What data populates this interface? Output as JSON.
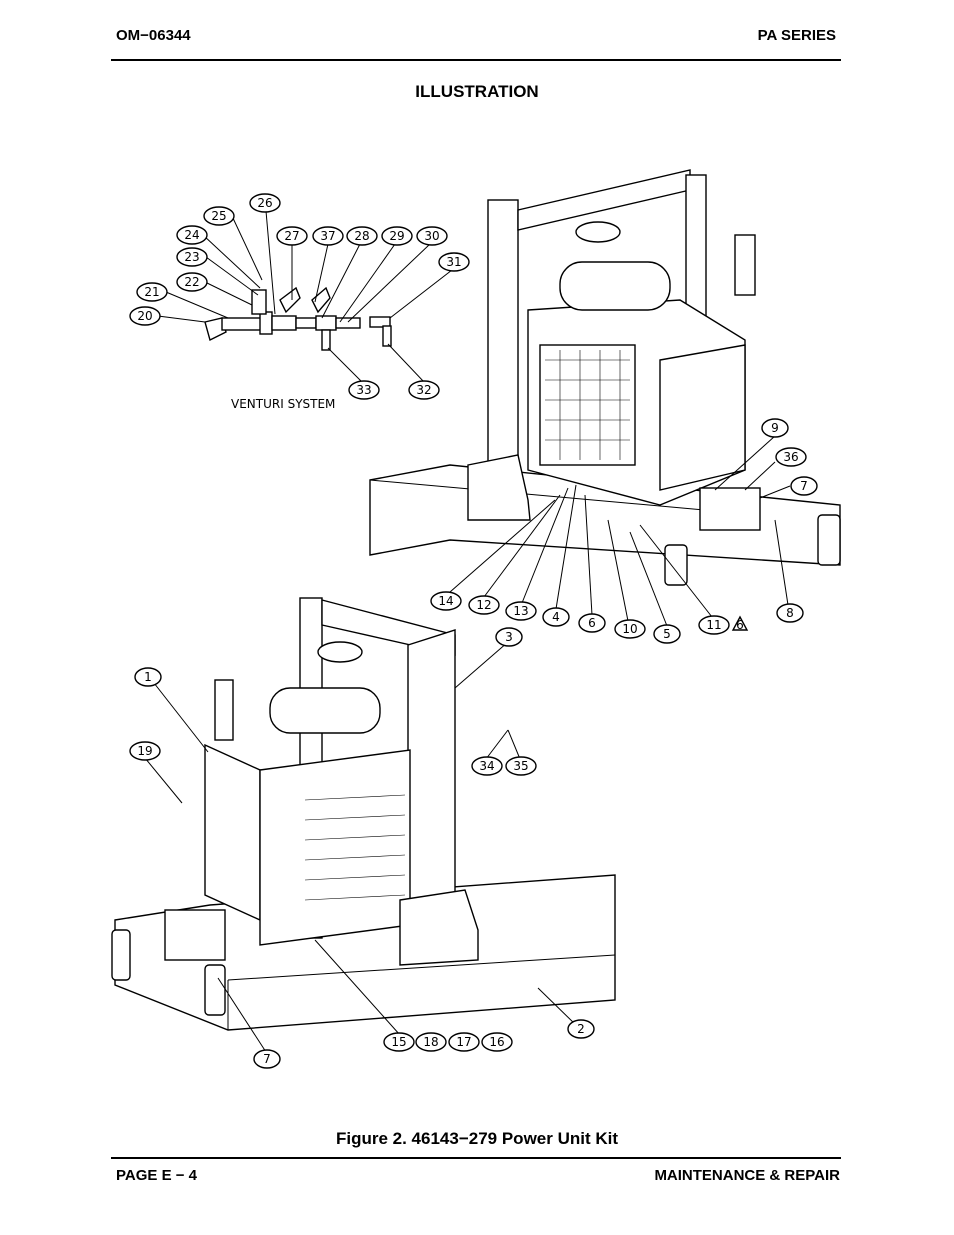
{
  "header": {
    "doc_number": "OM−06344",
    "series": "PA SERIES"
  },
  "section_title": "ILLUSTRATION",
  "figure": {
    "caption": "Figure 2. 46143−279 Power Unit Kit",
    "subassembly_label": "VENTURI SYSTEM",
    "callouts": [
      {
        "id": "c26",
        "label": "26"
      },
      {
        "id": "c25",
        "label": "25"
      },
      {
        "id": "c24",
        "label": "24"
      },
      {
        "id": "c23",
        "label": "23"
      },
      {
        "id": "c22",
        "label": "22"
      },
      {
        "id": "c21",
        "label": "21"
      },
      {
        "id": "c20",
        "label": "20"
      },
      {
        "id": "c27",
        "label": "27"
      },
      {
        "id": "c37",
        "label": "37"
      },
      {
        "id": "c28",
        "label": "28"
      },
      {
        "id": "c29",
        "label": "29"
      },
      {
        "id": "c30",
        "label": "30"
      },
      {
        "id": "c31",
        "label": "31"
      },
      {
        "id": "c33",
        "label": "33"
      },
      {
        "id": "c32",
        "label": "32"
      },
      {
        "id": "c9",
        "label": "9"
      },
      {
        "id": "c36",
        "label": "36"
      },
      {
        "id": "c7a",
        "label": "7"
      },
      {
        "id": "c14",
        "label": "14"
      },
      {
        "id": "c12",
        "label": "12"
      },
      {
        "id": "c13",
        "label": "13"
      },
      {
        "id": "c4",
        "label": "4"
      },
      {
        "id": "c6",
        "label": "6"
      },
      {
        "id": "c10",
        "label": "10"
      },
      {
        "id": "c5",
        "label": "5"
      },
      {
        "id": "c11",
        "label": "11"
      },
      {
        "id": "c8",
        "label": "8"
      },
      {
        "id": "c3",
        "label": "3"
      },
      {
        "id": "c1",
        "label": "1"
      },
      {
        "id": "c19",
        "label": "19"
      },
      {
        "id": "c34",
        "label": "34"
      },
      {
        "id": "c35",
        "label": "35"
      },
      {
        "id": "c2",
        "label": "2"
      },
      {
        "id": "c15",
        "label": "15"
      },
      {
        "id": "c18",
        "label": "18"
      },
      {
        "id": "c17",
        "label": "17"
      },
      {
        "id": "c16",
        "label": "16"
      },
      {
        "id": "c7b",
        "label": "7"
      }
    ],
    "note_flag": "6"
  },
  "footer": {
    "page": "PAGE E − 4",
    "section": "MAINTENANCE & REPAIR"
  }
}
